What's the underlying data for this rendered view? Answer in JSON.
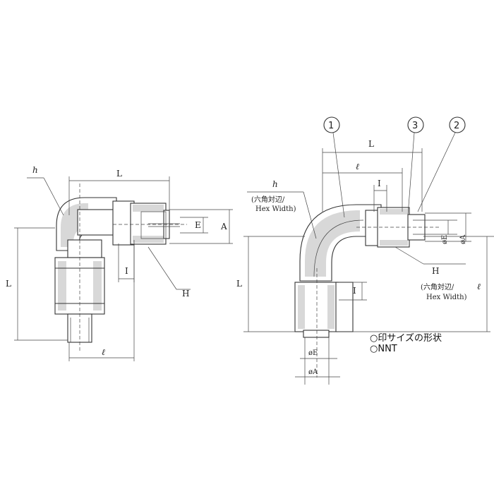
{
  "left_view": {
    "labels": {
      "h": "h",
      "L_top": "L",
      "L_side": "L",
      "E": "E",
      "A": "A",
      "I": "I",
      "H": "H",
      "l": "ℓ"
    }
  },
  "right_view": {
    "callouts": [
      "1",
      "3",
      "2"
    ],
    "labels": {
      "L_top": "L",
      "l_top": "ℓ",
      "I_top": "I",
      "h": "h",
      "hex_jp_1": "(六角対辺/",
      "hex_en_1": "Hex Width)",
      "E": "øE",
      "A": "øA",
      "H": "H",
      "hex_jp_2": "(六角対辺/",
      "hex_en_2": "Hex Width)",
      "l_side": "ℓ",
      "L_side": "L",
      "I_side": "I",
      "E_bottom": "øE",
      "A_bottom": "øA"
    }
  },
  "legend": {
    "line1": "○印サイズの形状",
    "line2": "○NNT"
  }
}
